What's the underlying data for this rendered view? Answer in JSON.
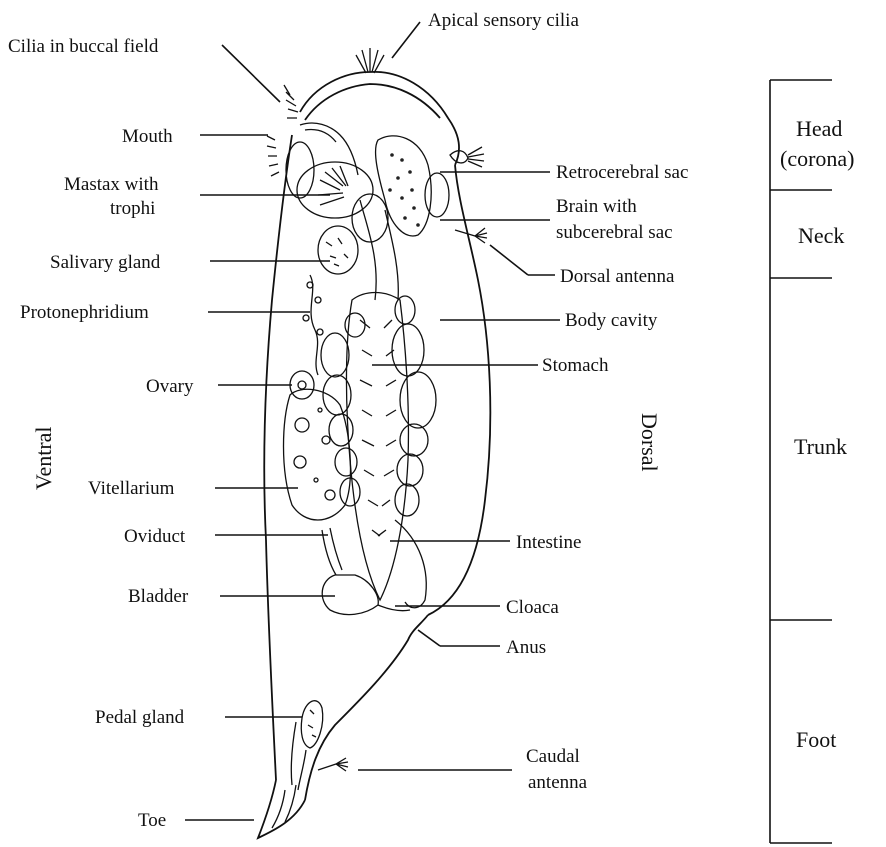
{
  "labels": {
    "cilia_buccal": "Cilia in buccal field",
    "apical_cilia": "Apical sensory cilia",
    "mouth": "Mouth",
    "mastax_1": "Mastax with",
    "mastax_2": "trophi",
    "salivary": "Salivary gland",
    "protonephridium": "Protonephridium",
    "ovary": "Ovary",
    "vitellarium": "Vitellarium",
    "oviduct": "Oviduct",
    "bladder": "Bladder",
    "pedal": "Pedal gland",
    "toe": "Toe",
    "retrocerebral": "Retrocerebral sac",
    "brain_1": "Brain with",
    "brain_2": "subcerebral sac",
    "dorsal_antenna": "Dorsal antenna",
    "body_cavity": "Body cavity",
    "stomach": "Stomach",
    "intestine": "Intestine",
    "cloaca": "Cloaca",
    "anus": "Anus",
    "caudal_1": "Caudal",
    "caudal_2": "antenna"
  },
  "orientation": {
    "ventral": "Ventral",
    "dorsal": "Dorsal"
  },
  "regions": {
    "head_1": "Head",
    "head_2": "(corona)",
    "neck": "Neck",
    "trunk": "Trunk",
    "foot": "Foot"
  }
}
